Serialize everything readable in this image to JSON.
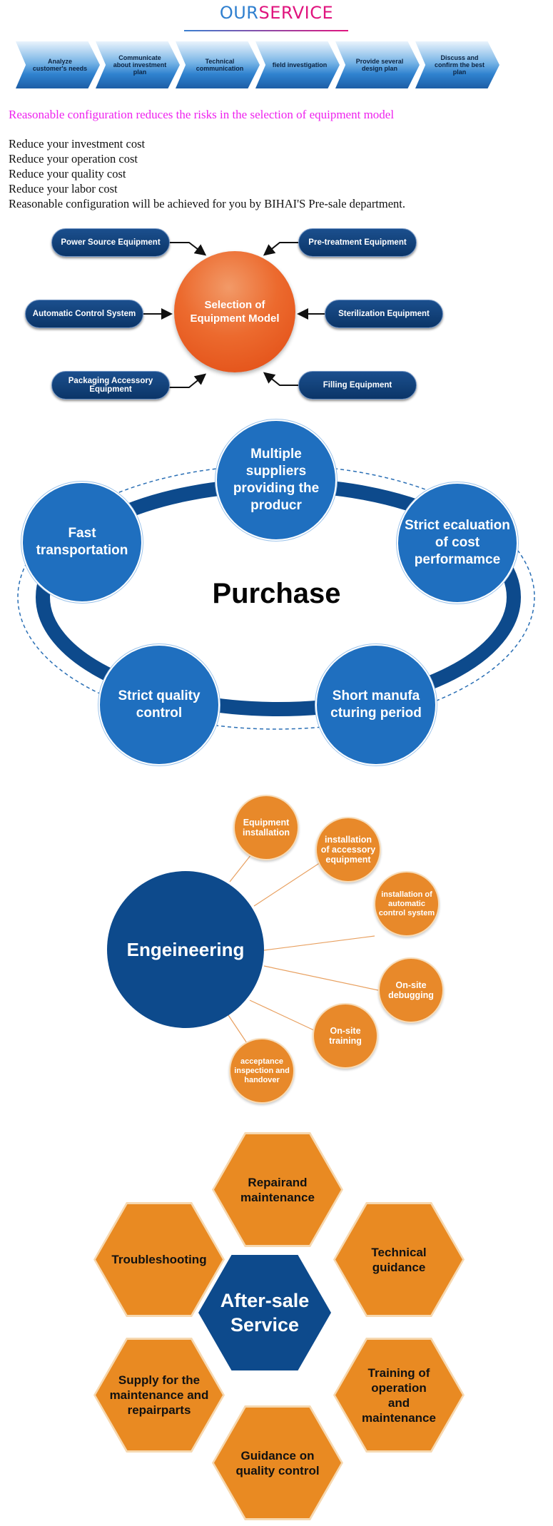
{
  "header": {
    "title_part1": "OUR",
    "title_part2": "SERVICE",
    "colors": {
      "part1": "#2f7fcf",
      "part2": "#e0147e"
    }
  },
  "process_steps": [
    "Analyze customer's needs",
    "Communicate about investment plan",
    "Technical communication",
    "field investigation",
    "Provide several design plan",
    "Discuss and confirm the best plan"
  ],
  "intro": {
    "headline": "Reasonable configuration reduces the risks in the selection of equipment model",
    "lines": [
      "Reduce your investment cost",
      "Reduce your operation cost",
      "Reduce your quality cost",
      "Reduce your labor cost",
      "Reasonable configuration will be achieved for you by BIHAI'S Pre-sale department."
    ]
  },
  "selection": {
    "center": "Selection of Equipment Model",
    "items": {
      "power": "Power Source Equipment",
      "pretreatment": "Pre-treatment Equipment",
      "control": "Automatic Control System",
      "sterilization": "Sterilization Equipment",
      "packaging": "Packaging Accessory Equipment",
      "filling": "Filling Equipment"
    }
  },
  "purchase": {
    "title": "Purchase",
    "items": {
      "suppliers": "Multiple suppliers providing the producr",
      "cost": "Strict ecaluation of cost performamce",
      "period": "Short manufa cturing period",
      "quality": "Strict quality control",
      "transport": "Fast transportation"
    }
  },
  "engineering": {
    "center": "Engeineering",
    "items": {
      "installation": "Equipment installation",
      "accessory": "installation of accessory equipment",
      "automatic": "installation of automatic control system",
      "debugging": "On-site debugging",
      "training": "On-site training",
      "acceptance": "acceptance inspection and handover"
    }
  },
  "aftersale": {
    "center": "After-sale Service",
    "items": {
      "repair": "Repairand maintenance",
      "technical": "Technical guidance",
      "training": "Training of operation and maintenance",
      "quality": "Guidance on quality control",
      "supply": "Supply for the maintenance and repairparts",
      "troubleshooting": "Troubleshooting"
    }
  }
}
